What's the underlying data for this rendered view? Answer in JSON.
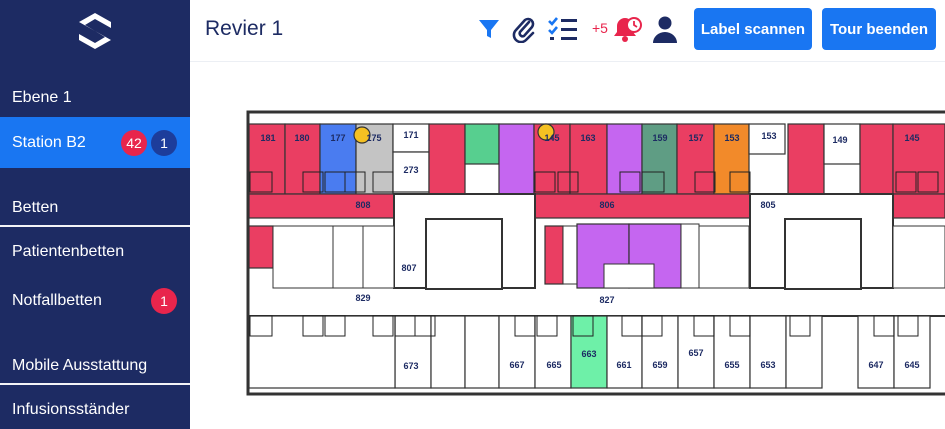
{
  "header": {
    "title": "Revier 1",
    "alarm_count": "+5",
    "label_button": "Label scannen",
    "tour_button": "Tour beenden"
  },
  "sidebar": {
    "items": [
      {
        "label": "Ebene 1"
      },
      {
        "label": "Station B2",
        "badge_red": "42",
        "badge_blue": "1"
      },
      {
        "label": "Betten"
      },
      {
        "label": "Patientenbetten"
      },
      {
        "label": "Notfallbetten",
        "badge_red": "1"
      },
      {
        "label": "Mobile Ausstattung"
      },
      {
        "label": "Infusionsständer"
      }
    ]
  },
  "colors": {
    "sidebar": "#1d2b63",
    "active": "#1976f2",
    "badge_red": "#e8254c",
    "room_red": "#ea3e62",
    "room_blue": "#4a7cf0",
    "room_grey": "#c4c4c4",
    "room_green": "#57cf8f",
    "room_purple": "#c566f0",
    "room_teal": "#5f9d84",
    "room_orange": "#f28a2a",
    "room_mint": "#6ef0a8",
    "marker_yellow": "#f4c022"
  },
  "icons": [
    "logo-icon",
    "filter-icon",
    "paperclip-icon",
    "checklist-icon",
    "bell-alarm-icon",
    "user-icon"
  ],
  "plan": {
    "top_rooms": [
      "181",
      "180",
      "177",
      "175",
      "171",
      "273",
      "145",
      "163",
      "159",
      "157",
      "153",
      "153",
      "149",
      "145"
    ],
    "corridors": [
      "808",
      "806",
      "805",
      "807",
      "829",
      "827"
    ],
    "bottom_rooms": [
      "673",
      "667",
      "665",
      "663",
      "661",
      "659",
      "657",
      "655",
      "653",
      "647",
      "645"
    ]
  }
}
